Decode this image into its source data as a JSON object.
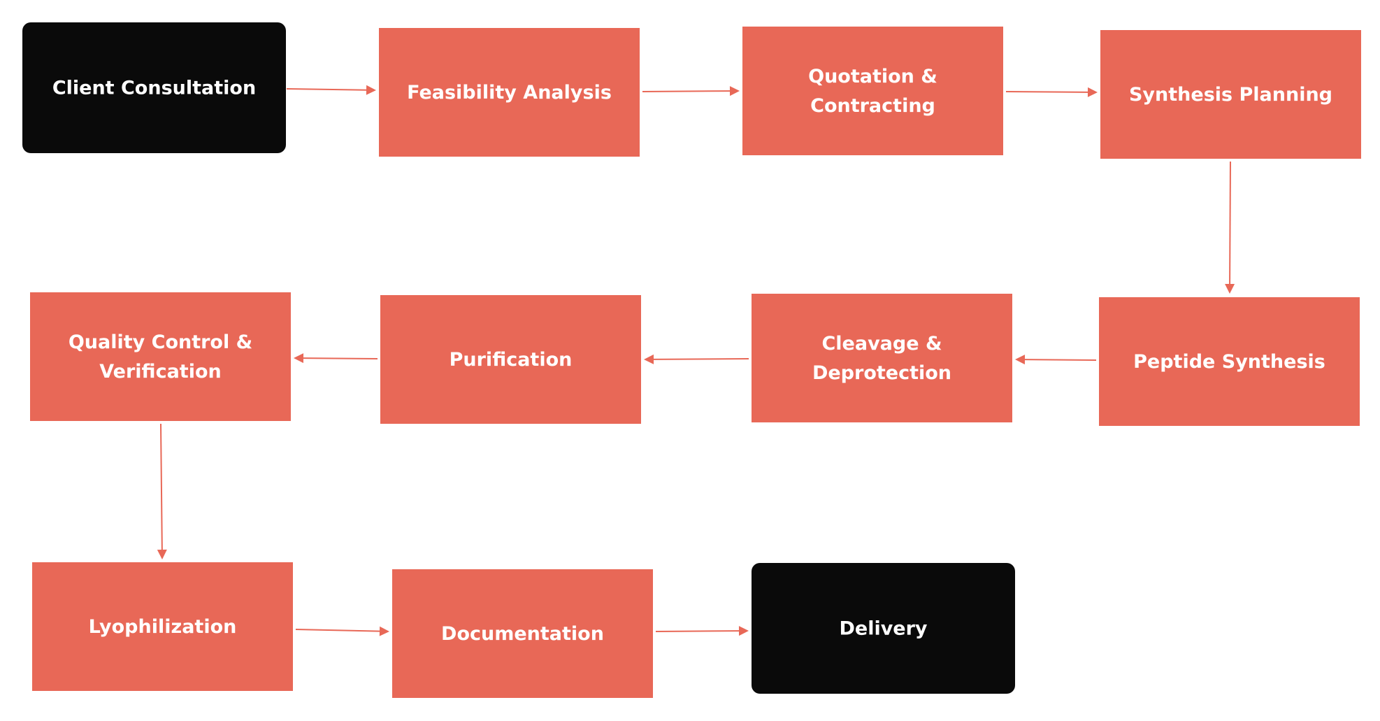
{
  "colors": {
    "background": "#ffffff",
    "process_fill": "#e86857",
    "terminal_fill": "#0a0a0a",
    "label_text": "#ffffff",
    "connector": "#e86857"
  },
  "nodes": {
    "client_consultation": {
      "label": [
        "Client Consultation"
      ],
      "kind": "terminal"
    },
    "feasibility_analysis": {
      "label": [
        "Feasibility Analysis"
      ],
      "kind": "process"
    },
    "quotation_contracting": {
      "label": [
        "Quotation &",
        "Contracting"
      ],
      "kind": "process"
    },
    "synthesis_planning": {
      "label": [
        "Synthesis Planning"
      ],
      "kind": "process"
    },
    "peptide_synthesis": {
      "label": [
        "Peptide Synthesis"
      ],
      "kind": "process"
    },
    "cleavage_deprotection": {
      "label": [
        "Cleavage &",
        "Deprotection"
      ],
      "kind": "process"
    },
    "purification": {
      "label": [
        "Purification"
      ],
      "kind": "process"
    },
    "quality_control": {
      "label": [
        "Quality Control &",
        "Verification"
      ],
      "kind": "process"
    },
    "lyophilization": {
      "label": [
        "Lyophilization"
      ],
      "kind": "process"
    },
    "documentation": {
      "label": [
        "Documentation"
      ],
      "kind": "process"
    },
    "delivery": {
      "label": [
        "Delivery"
      ],
      "kind": "terminal"
    }
  },
  "edges": [
    {
      "from": "client_consultation",
      "to": "feasibility_analysis"
    },
    {
      "from": "feasibility_analysis",
      "to": "quotation_contracting"
    },
    {
      "from": "quotation_contracting",
      "to": "synthesis_planning"
    },
    {
      "from": "synthesis_planning",
      "to": "peptide_synthesis"
    },
    {
      "from": "peptide_synthesis",
      "to": "cleavage_deprotection"
    },
    {
      "from": "cleavage_deprotection",
      "to": "purification"
    },
    {
      "from": "purification",
      "to": "quality_control"
    },
    {
      "from": "quality_control",
      "to": "lyophilization"
    },
    {
      "from": "lyophilization",
      "to": "documentation"
    },
    {
      "from": "documentation",
      "to": "delivery"
    }
  ]
}
